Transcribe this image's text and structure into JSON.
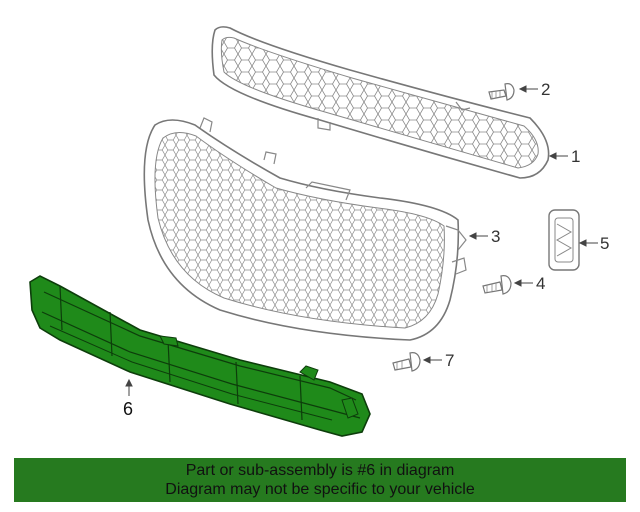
{
  "callouts": {
    "c1": "1",
    "c2": "2",
    "c3": "3",
    "c4": "4",
    "c5": "5",
    "c6": "6",
    "c7": "7"
  },
  "highlight_color": "#1f8a1a",
  "banner": {
    "line1": "Part or sub-assembly is #6 in diagram",
    "line2": "Diagram may not be specific to your vehicle",
    "background": "#267a1f"
  }
}
